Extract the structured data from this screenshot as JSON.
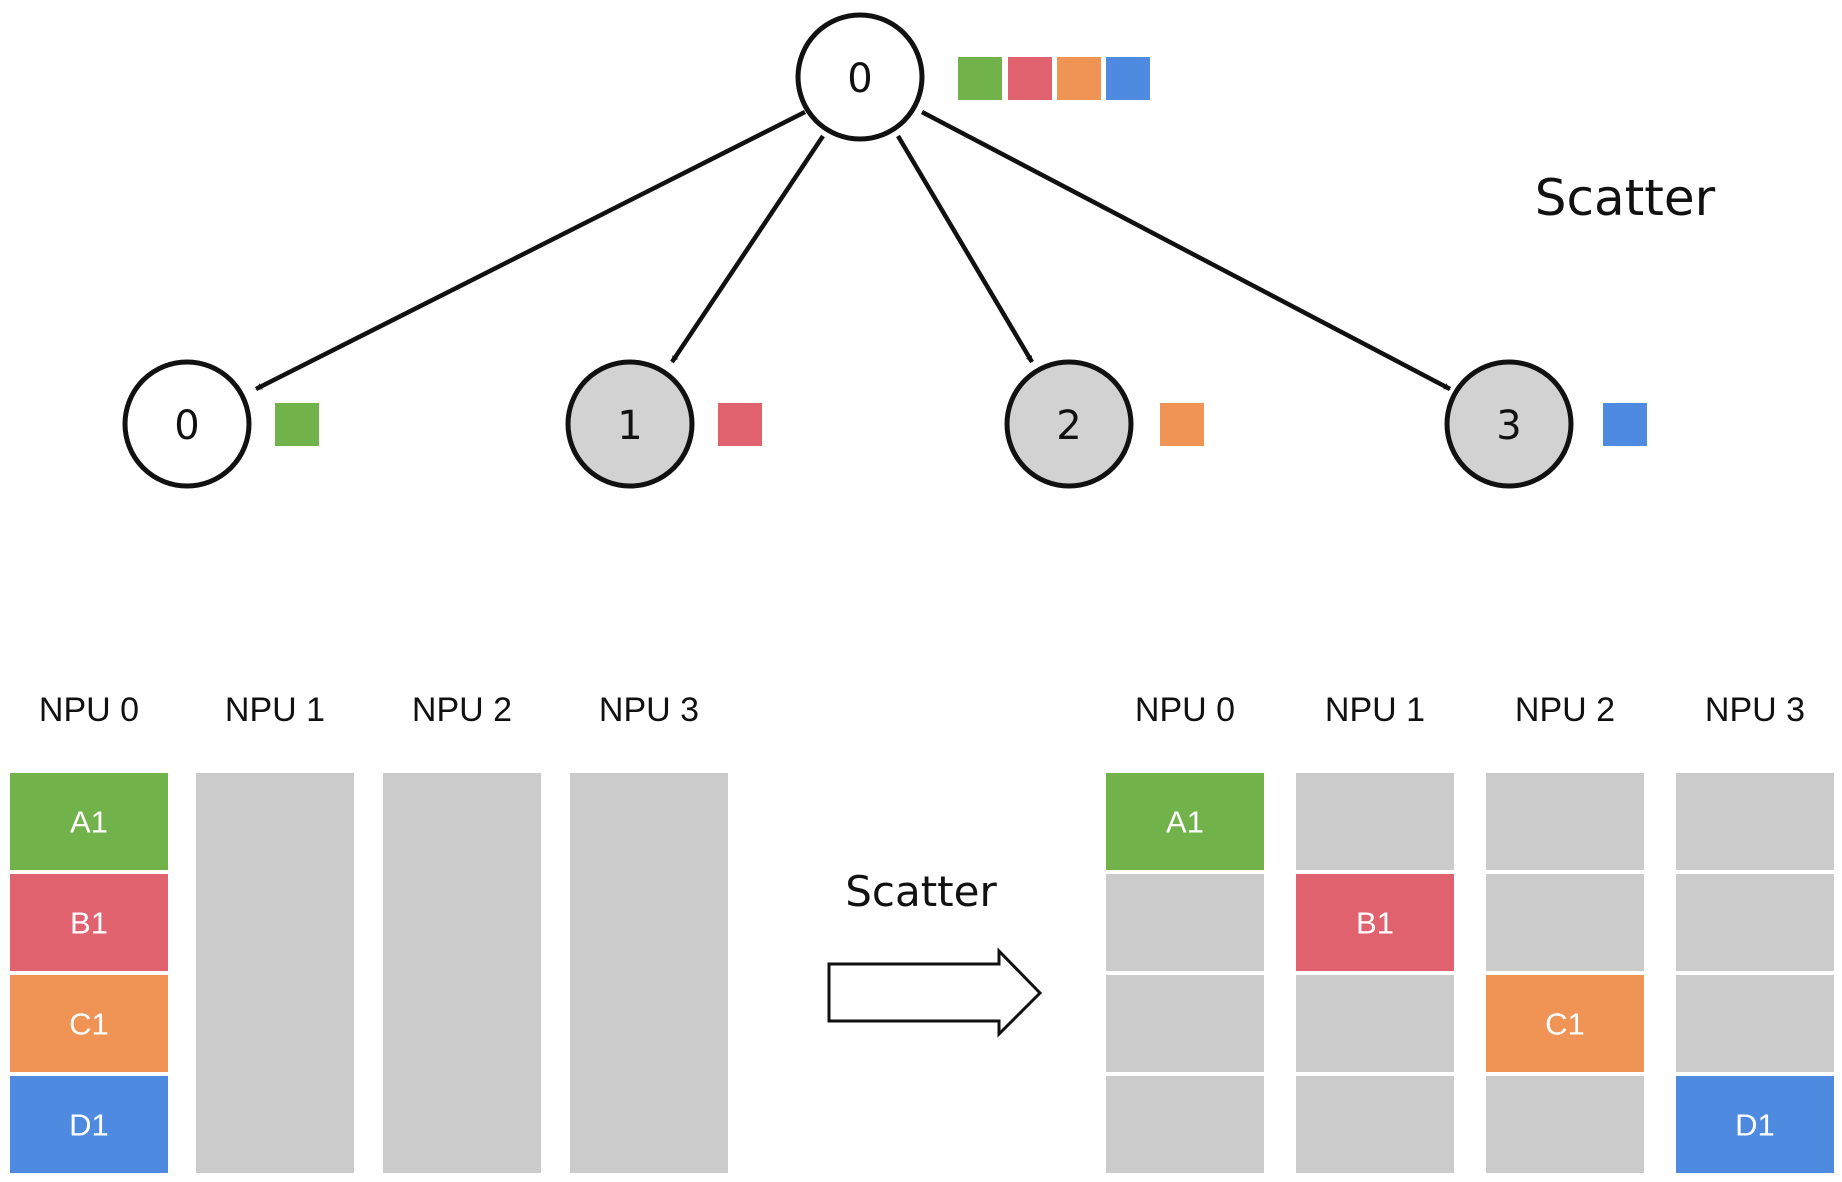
{
  "colors": {
    "A": "#72b24b",
    "B": "#e0626f",
    "C": "#ef9455",
    "D": "#4e8be0",
    "empty": "#cbcbcb",
    "root_fill": "#ffffff",
    "peer_fill": "#d2d2d2",
    "stroke": "#111111"
  },
  "tree": {
    "title": "Scatter",
    "root": {
      "label": "0",
      "chunks": [
        "A",
        "B",
        "C",
        "D"
      ]
    },
    "children": [
      {
        "label": "0",
        "chunk": "A",
        "shaded": false
      },
      {
        "label": "1",
        "chunk": "B",
        "shaded": true
      },
      {
        "label": "2",
        "chunk": "C",
        "shaded": true
      },
      {
        "label": "3",
        "chunk": "D",
        "shaded": true
      }
    ]
  },
  "operation_label": "Scatter",
  "before": {
    "npus": [
      {
        "name": "NPU 0",
        "blocks": [
          {
            "label": "A1",
            "color": "A"
          },
          {
            "label": "B1",
            "color": "B"
          },
          {
            "label": "C1",
            "color": "C"
          },
          {
            "label": "D1",
            "color": "D"
          }
        ]
      },
      {
        "name": "NPU 1",
        "blocks": []
      },
      {
        "name": "NPU 2",
        "blocks": []
      },
      {
        "name": "NPU 3",
        "blocks": []
      }
    ]
  },
  "after": {
    "npus": [
      {
        "name": "NPU 0",
        "blocks": [
          {
            "label": "A1",
            "color": "A"
          },
          {
            "label": "",
            "color": "empty"
          },
          {
            "label": "",
            "color": "empty"
          },
          {
            "label": "",
            "color": "empty"
          }
        ]
      },
      {
        "name": "NPU 1",
        "blocks": [
          {
            "label": "",
            "color": "empty"
          },
          {
            "label": "B1",
            "color": "B"
          },
          {
            "label": "",
            "color": "empty"
          },
          {
            "label": "",
            "color": "empty"
          }
        ]
      },
      {
        "name": "NPU 2",
        "blocks": [
          {
            "label": "",
            "color": "empty"
          },
          {
            "label": "",
            "color": "empty"
          },
          {
            "label": "C1",
            "color": "C"
          },
          {
            "label": "",
            "color": "empty"
          }
        ]
      },
      {
        "name": "NPU 3",
        "blocks": [
          {
            "label": "",
            "color": "empty"
          },
          {
            "label": "",
            "color": "empty"
          },
          {
            "label": "",
            "color": "empty"
          },
          {
            "label": "D1",
            "color": "D"
          }
        ]
      }
    ]
  }
}
